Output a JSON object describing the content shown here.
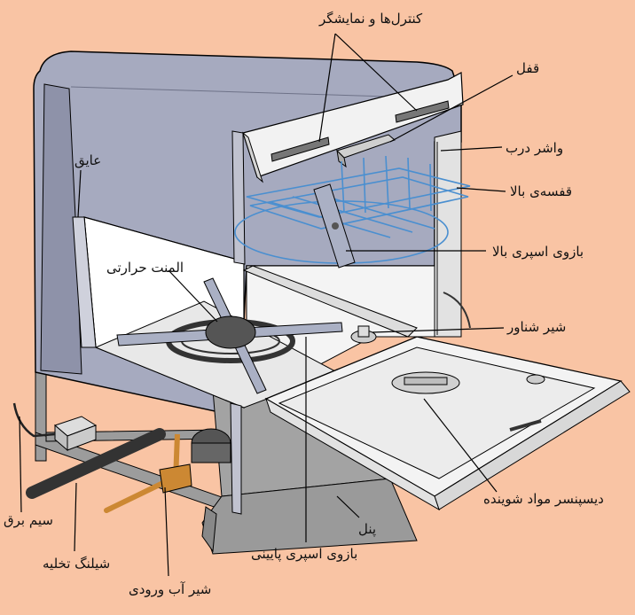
{
  "colors": {
    "background": "#f9c4a4",
    "cabinet": "#a6aabf",
    "cabinet_shade": "#7d8199",
    "panel": "#ffffff",
    "interior": "#ffffff",
    "rack": "#4a8fd0",
    "plinth": "#9d9d9d",
    "heater": "#333333",
    "pipe_copper": "#cc8833",
    "hose": "#333333",
    "line": "#000000"
  },
  "labels": {
    "controls": "کنترل‌ها و نمایشگر",
    "lock": "قفل",
    "door_gasket": "واشر درب",
    "upper_rack": "قفسه‌ی بالا",
    "upper_spray_arm": "بازوی اسپری بالا",
    "float_valve": "شیر شناور",
    "detergent_dispenser": "دیسپنسر مواد شوینده",
    "panel": "پنل",
    "lower_spray_arm": "بازوی اسپری پایینی",
    "inlet_valve": "شیر آب ورودی",
    "drain_hose": "شیلنگ تخلیه",
    "power_cord": "سیم برق",
    "heating_element": "المنت حرارتی",
    "insulation": "عایق"
  }
}
